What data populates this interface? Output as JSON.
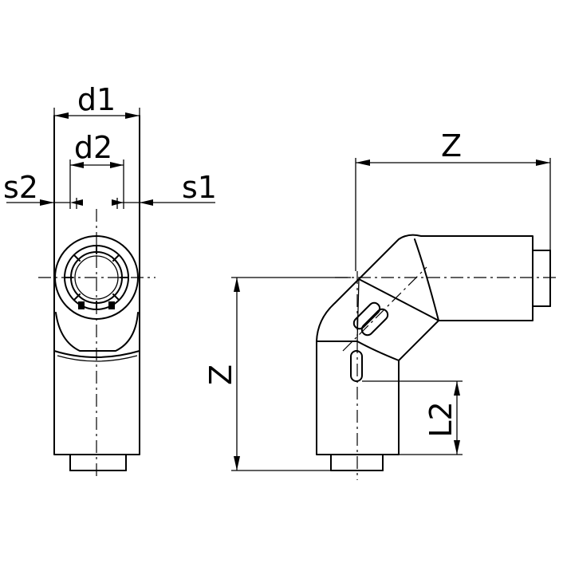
{
  "dimensions": {
    "d1": "d1",
    "d2": "d2",
    "s1": "s1",
    "s2": "s2",
    "z_horizontal": "Z",
    "z_vertical": "Z",
    "l2": "L2"
  }
}
